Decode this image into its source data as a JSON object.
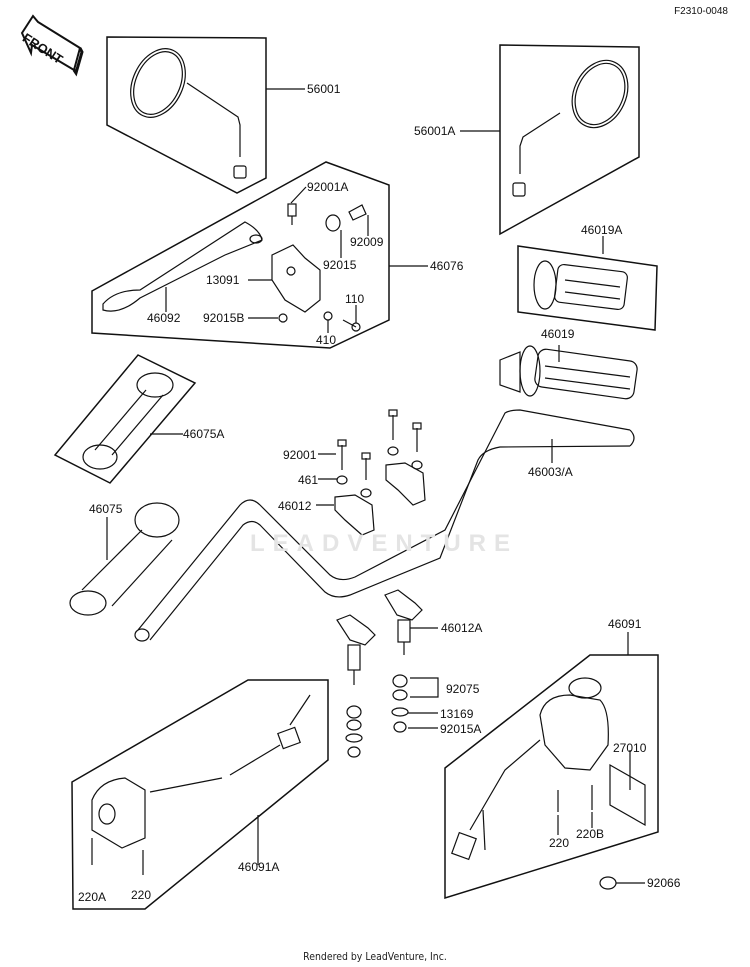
{
  "diagram": {
    "figure_code": "F2310-0048",
    "direction_indicator": "FRONT",
    "watermark": "LEADVENTURE",
    "footer": "Rendered by LeadVenture, Inc.",
    "callouts": [
      {
        "id": "56001",
        "part": "left-mirror"
      },
      {
        "id": "56001A",
        "part": "right-mirror"
      },
      {
        "id": "92001A",
        "part": "lever-bolt"
      },
      {
        "id": "92009",
        "part": "adjuster-screw"
      },
      {
        "id": "92015",
        "part": "lock-nut"
      },
      {
        "id": "46076",
        "part": "clutch-lever-assembly"
      },
      {
        "id": "13091",
        "part": "lever-holder"
      },
      {
        "id": "46092",
        "part": "lever"
      },
      {
        "id": "92015B",
        "part": "nut"
      },
      {
        "id": "410",
        "part": "washer"
      },
      {
        "id": "110",
        "part": "bolt"
      },
      {
        "id": "46019A",
        "part": "throttle-grip-assembly"
      },
      {
        "id": "46019",
        "part": "throttle-grip"
      },
      {
        "id": "46075A",
        "part": "left-grip-assembly"
      },
      {
        "id": "46075",
        "part": "left-grip"
      },
      {
        "id": "92001",
        "part": "clamp-bolt"
      },
      {
        "id": "461",
        "part": "clamp-washer"
      },
      {
        "id": "46012",
        "part": "handlebar-clamp"
      },
      {
        "id": "46003/A",
        "part": "handlebar"
      },
      {
        "id": "46012A",
        "part": "handlebar-holder"
      },
      {
        "id": "92075",
        "part": "damper"
      },
      {
        "id": "13169",
        "part": "plate"
      },
      {
        "id": "92015A",
        "part": "nut"
      },
      {
        "id": "46091",
        "part": "right-switch-housing"
      },
      {
        "id": "27010",
        "part": "switch-kit"
      },
      {
        "id": "220",
        "part": "screw"
      },
      {
        "id": "220B",
        "part": "screw"
      },
      {
        "id": "92066",
        "part": "plug"
      },
      {
        "id": "46091A",
        "part": "left-switch-housing"
      },
      {
        "id": "220A",
        "part": "screw"
      },
      {
        "id": "220_left",
        "part": "screw",
        "label": "220"
      }
    ]
  }
}
